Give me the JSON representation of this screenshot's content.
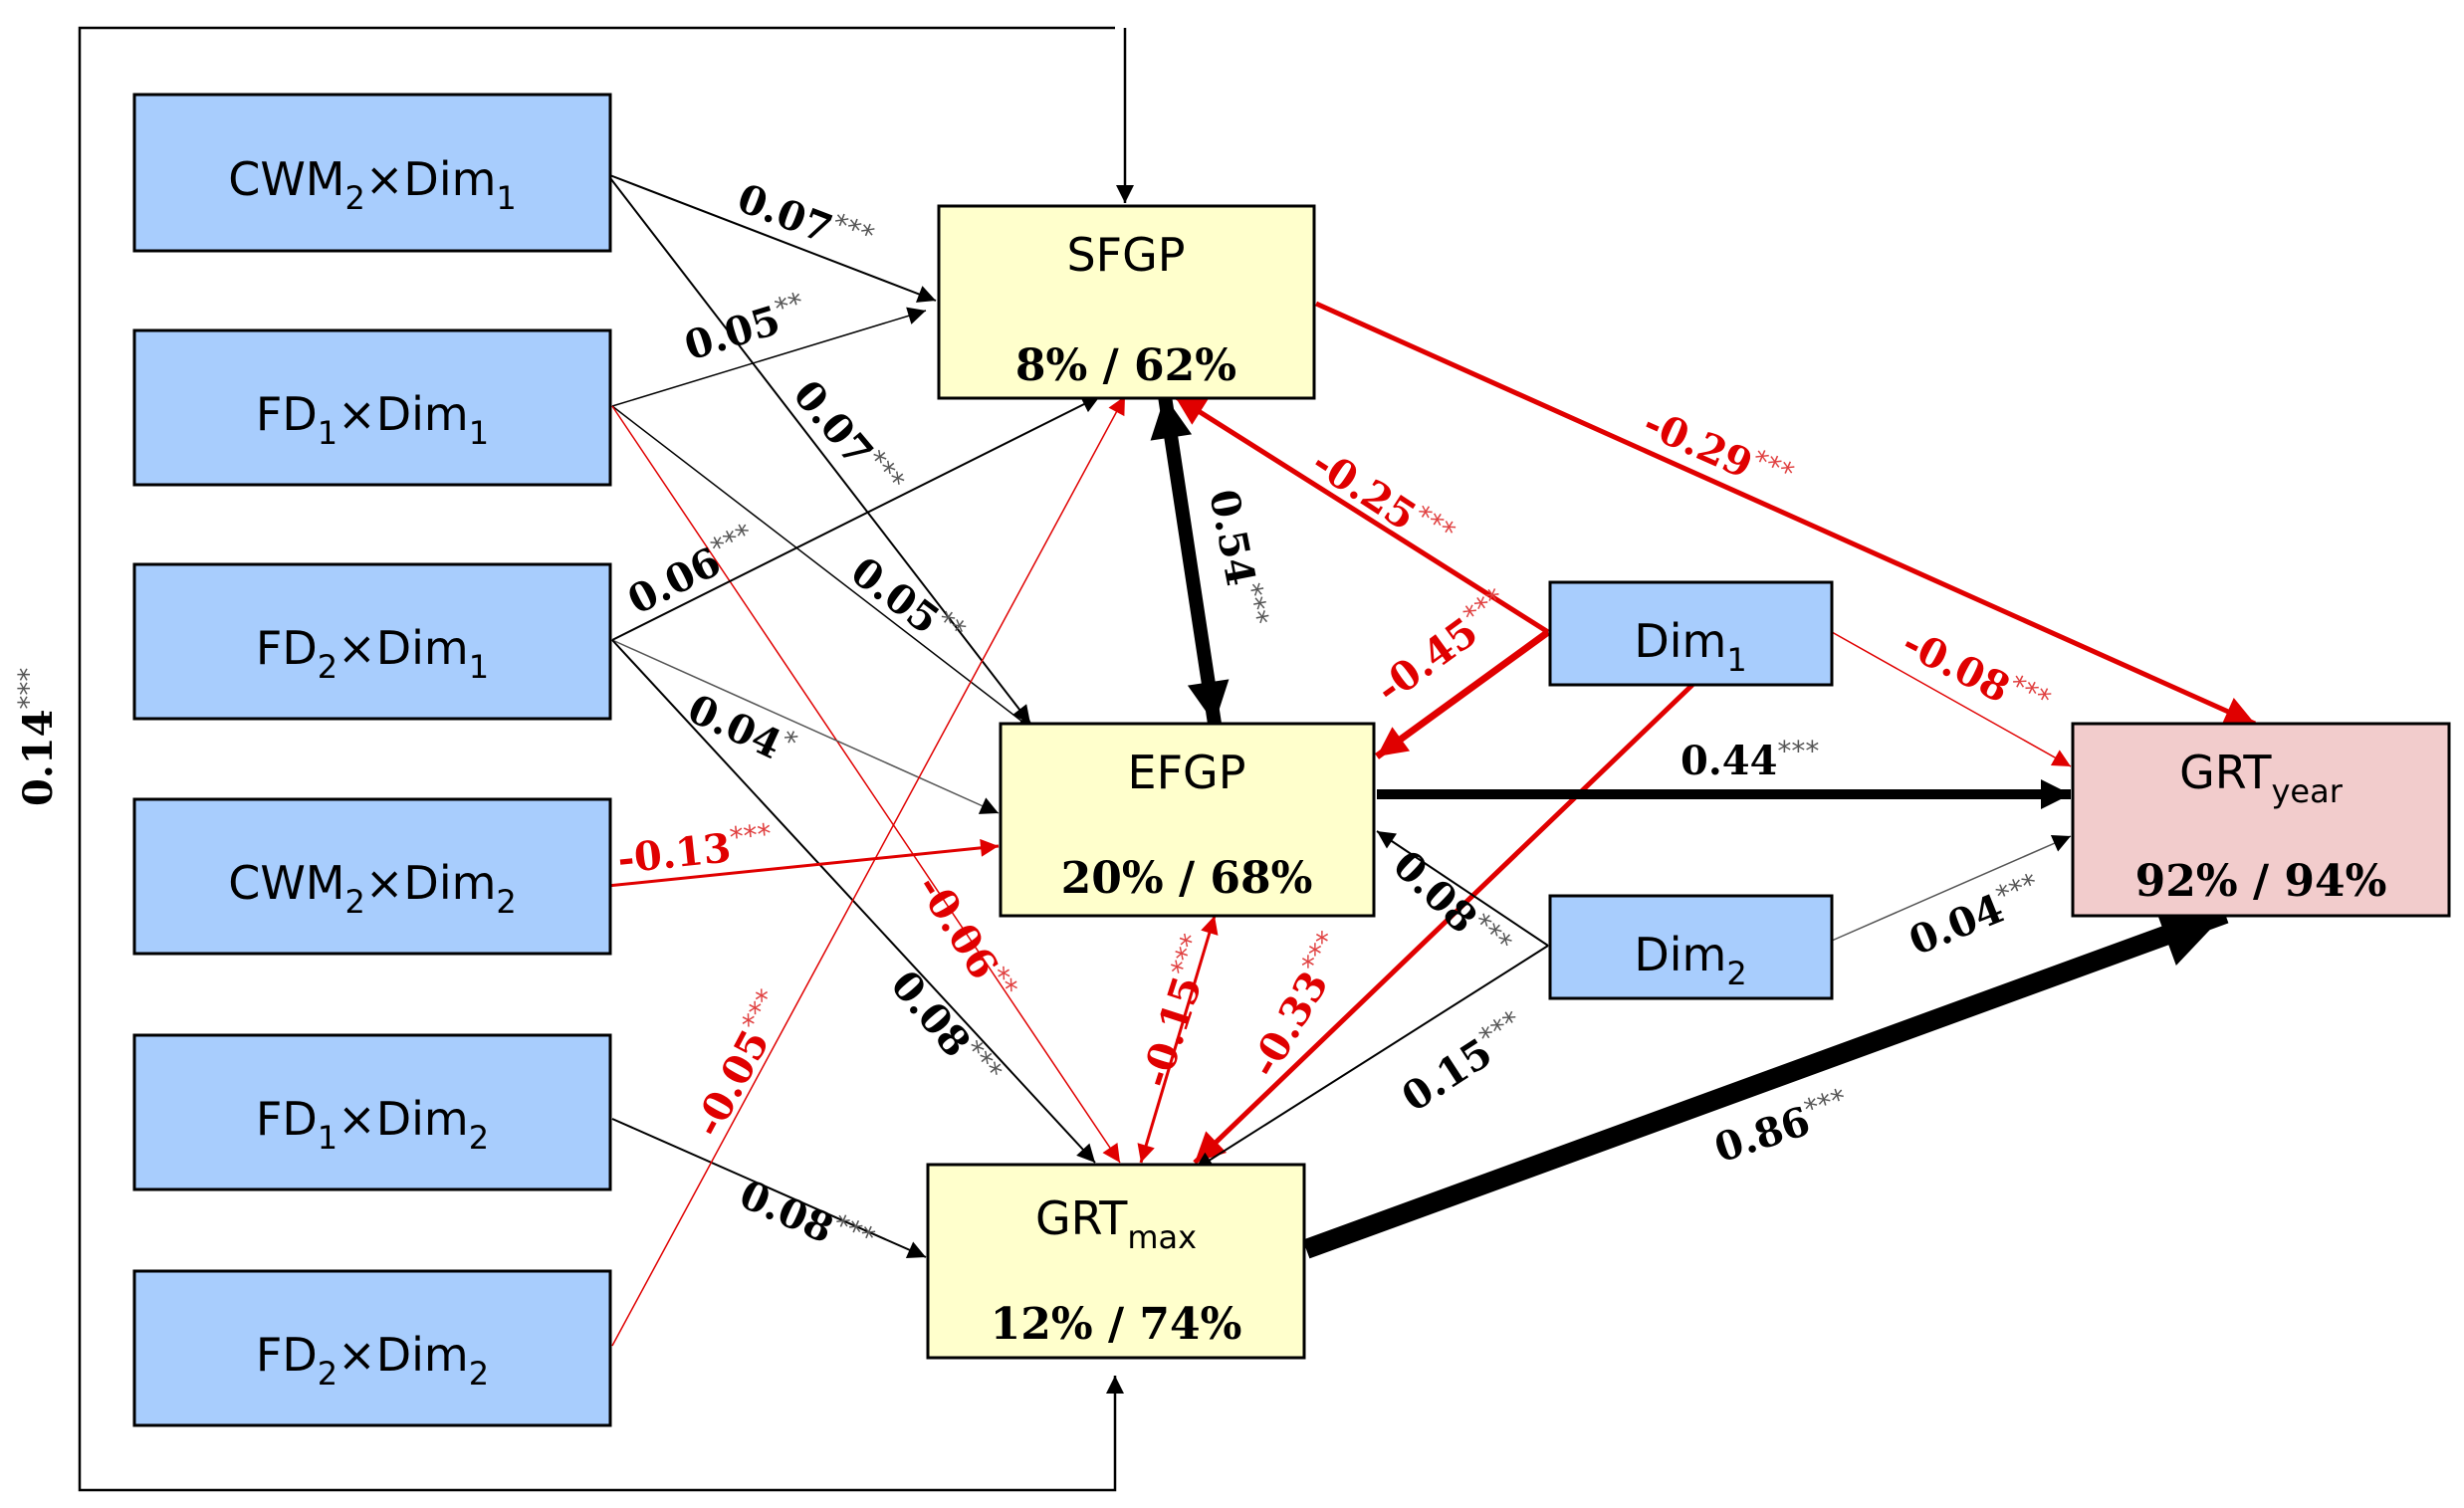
{
  "nodes": {
    "cwm2_dim1": {
      "main": "CWM",
      "sub1": "2",
      "mid": "×Dim",
      "sub2": "1"
    },
    "fd1_dim1": {
      "main": "FD",
      "sub1": "1",
      "mid": "×Dim",
      "sub2": "1"
    },
    "fd2_dim1": {
      "main": "FD",
      "sub1": "2",
      "mid": "×Dim",
      "sub2": "1"
    },
    "cwm2_dim2": {
      "main": "CWM",
      "sub1": "2",
      "mid": "×Dim",
      "sub2": "2"
    },
    "fd1_dim2": {
      "main": "FD",
      "sub1": "1",
      "mid": "×Dim",
      "sub2": "2"
    },
    "fd2_dim2": {
      "main": "FD",
      "sub1": "2",
      "mid": "×Dim",
      "sub2": "2"
    },
    "sfgp": {
      "name": "SFGP",
      "pct": "8% / 62%"
    },
    "efgp": {
      "name": "EFGP",
      "pct": "20% / 68%"
    },
    "grtmax": {
      "name": "GRT",
      "sub": "max",
      "pct": "12% / 74%"
    },
    "grtyear": {
      "name": "GRT",
      "sub": "year",
      "pct": "92% / 94%"
    },
    "dim1": {
      "name": "Dim",
      "sub": "1"
    },
    "dim2": {
      "name": "Dim",
      "sub": "2"
    }
  },
  "paths": [
    {
      "id": "p1",
      "value": "0.07",
      "sig": "***",
      "sign": "positive"
    },
    {
      "id": "p2",
      "value": "0.05",
      "sig": "**",
      "sign": "positive"
    },
    {
      "id": "p3",
      "value": "0.07",
      "sig": "***",
      "sign": "positive"
    },
    {
      "id": "p4",
      "value": "0.05",
      "sig": "**",
      "sign": "positive"
    },
    {
      "id": "p5",
      "value": "0.06",
      "sig": "***",
      "sign": "positive"
    },
    {
      "id": "p6",
      "value": "0.04",
      "sig": "*",
      "sign": "positive"
    },
    {
      "id": "p7",
      "value": "0.08",
      "sig": "***",
      "sign": "positive"
    },
    {
      "id": "p8",
      "value": "-0.13",
      "sig": "***",
      "sign": "negative"
    },
    {
      "id": "p9",
      "value": "-0.06",
      "sig": "**",
      "sign": "negative"
    },
    {
      "id": "p10",
      "value": "0.08",
      "sig": "***",
      "sign": "positive"
    },
    {
      "id": "p11",
      "value": "-0.05",
      "sig": "***",
      "sign": "negative"
    },
    {
      "id": "p12",
      "value": "0.54",
      "sig": "***",
      "sign": "positive"
    },
    {
      "id": "p13",
      "value": "-0.15",
      "sig": "***",
      "sign": "negative"
    },
    {
      "id": "p14",
      "value": "-0.29",
      "sig": "***",
      "sign": "negative"
    },
    {
      "id": "p15",
      "value": "-0.25",
      "sig": "***",
      "sign": "negative"
    },
    {
      "id": "p16",
      "value": "-0.45",
      "sig": "***",
      "sign": "negative"
    },
    {
      "id": "p17",
      "value": "-0.08",
      "sig": "***",
      "sign": "negative"
    },
    {
      "id": "p18",
      "value": "-0.33",
      "sig": "***",
      "sign": "negative"
    },
    {
      "id": "p19",
      "value": "0.08",
      "sig": "***",
      "sign": "positive"
    },
    {
      "id": "p20",
      "value": "0.15",
      "sig": "***",
      "sign": "positive"
    },
    {
      "id": "p21",
      "value": "0.44",
      "sig": "***",
      "sign": "positive"
    },
    {
      "id": "p22",
      "value": "0.04",
      "sig": "***",
      "sign": "positive"
    },
    {
      "id": "p23",
      "value": "0.86",
      "sig": "***",
      "sign": "positive"
    },
    {
      "id": "p24",
      "value": "0.14",
      "sig": "***",
      "sign": "positive"
    }
  ],
  "colors": {
    "positive": "#000000",
    "negative": "#e00000",
    "box_blue": "#a8cdfd",
    "box_yellow": "#ffffcc",
    "box_pink": "#f2cccc"
  }
}
